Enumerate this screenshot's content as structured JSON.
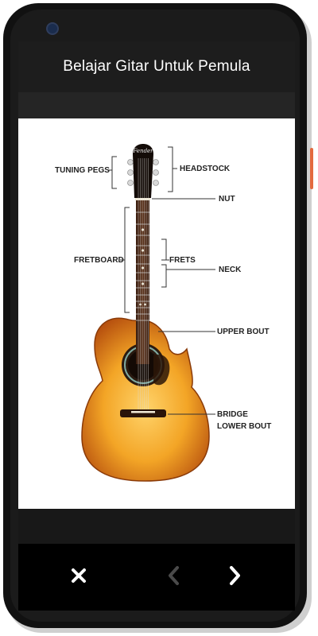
{
  "app": {
    "title": "Belajar Gitar Untuk Pemula"
  },
  "diagram": {
    "labels": {
      "tuning_pegs": "TUNING PEGS",
      "headstock": "HEADSTOCK",
      "nut": "NUT",
      "fretboard": "FRETBOARD",
      "frets": "FRETS",
      "neck": "NECK",
      "upper_bout": "UPPER BOUT",
      "bridge": "BRIDGE",
      "lower_bout": "LOWER BOUT"
    },
    "headstock_logo": "Fender"
  },
  "navigation": {
    "close_icon": "close-icon",
    "prev_icon": "chevron-left-icon",
    "next_icon": "chevron-right-icon"
  },
  "colors": {
    "accent": "#e36a3f",
    "guitar_body": "#f0a020",
    "icon_active": "#ffffff",
    "icon_disabled": "#4a4a4a"
  }
}
